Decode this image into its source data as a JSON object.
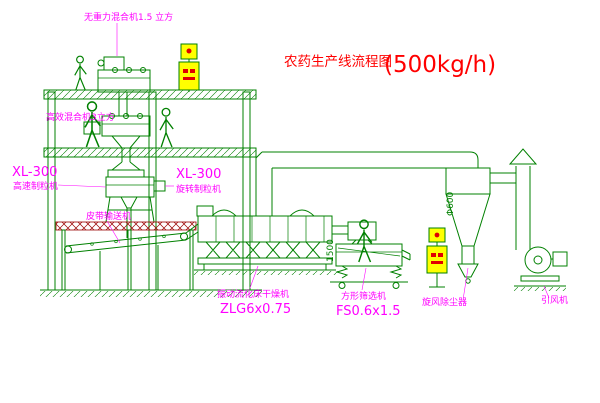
{
  "title": {
    "main": "农药生产线流程图",
    "capacity": "(500kg/h)"
  },
  "equipment_labels": {
    "gravity_mixer": "无重力混合机1.5 立方",
    "high_eff_mixer": "高效混合机3立方",
    "granulator_left": {
      "model": "XL-300",
      "name": "高速制粒机"
    },
    "granulator_right": {
      "model": "XL-300",
      "name": "旋转制粒机"
    },
    "belt_conveyor": "皮带输送机",
    "dryer": {
      "name": "振动流化床干燥机",
      "model": "ZLG6x0.75"
    },
    "sieve": {
      "name": "方形筛选机",
      "model": "FS0.6x1.5"
    },
    "cyclone": "旋风除尘器",
    "fan": "引风机"
  },
  "dimensions": {
    "duct_height": "1500",
    "cyclone_dia": "Φ600"
  },
  "colors": {
    "line": "#008000",
    "label": "#ff00ff",
    "title": "#ff0000",
    "panel": "#ffff00",
    "hatch_accent": "#990000"
  }
}
